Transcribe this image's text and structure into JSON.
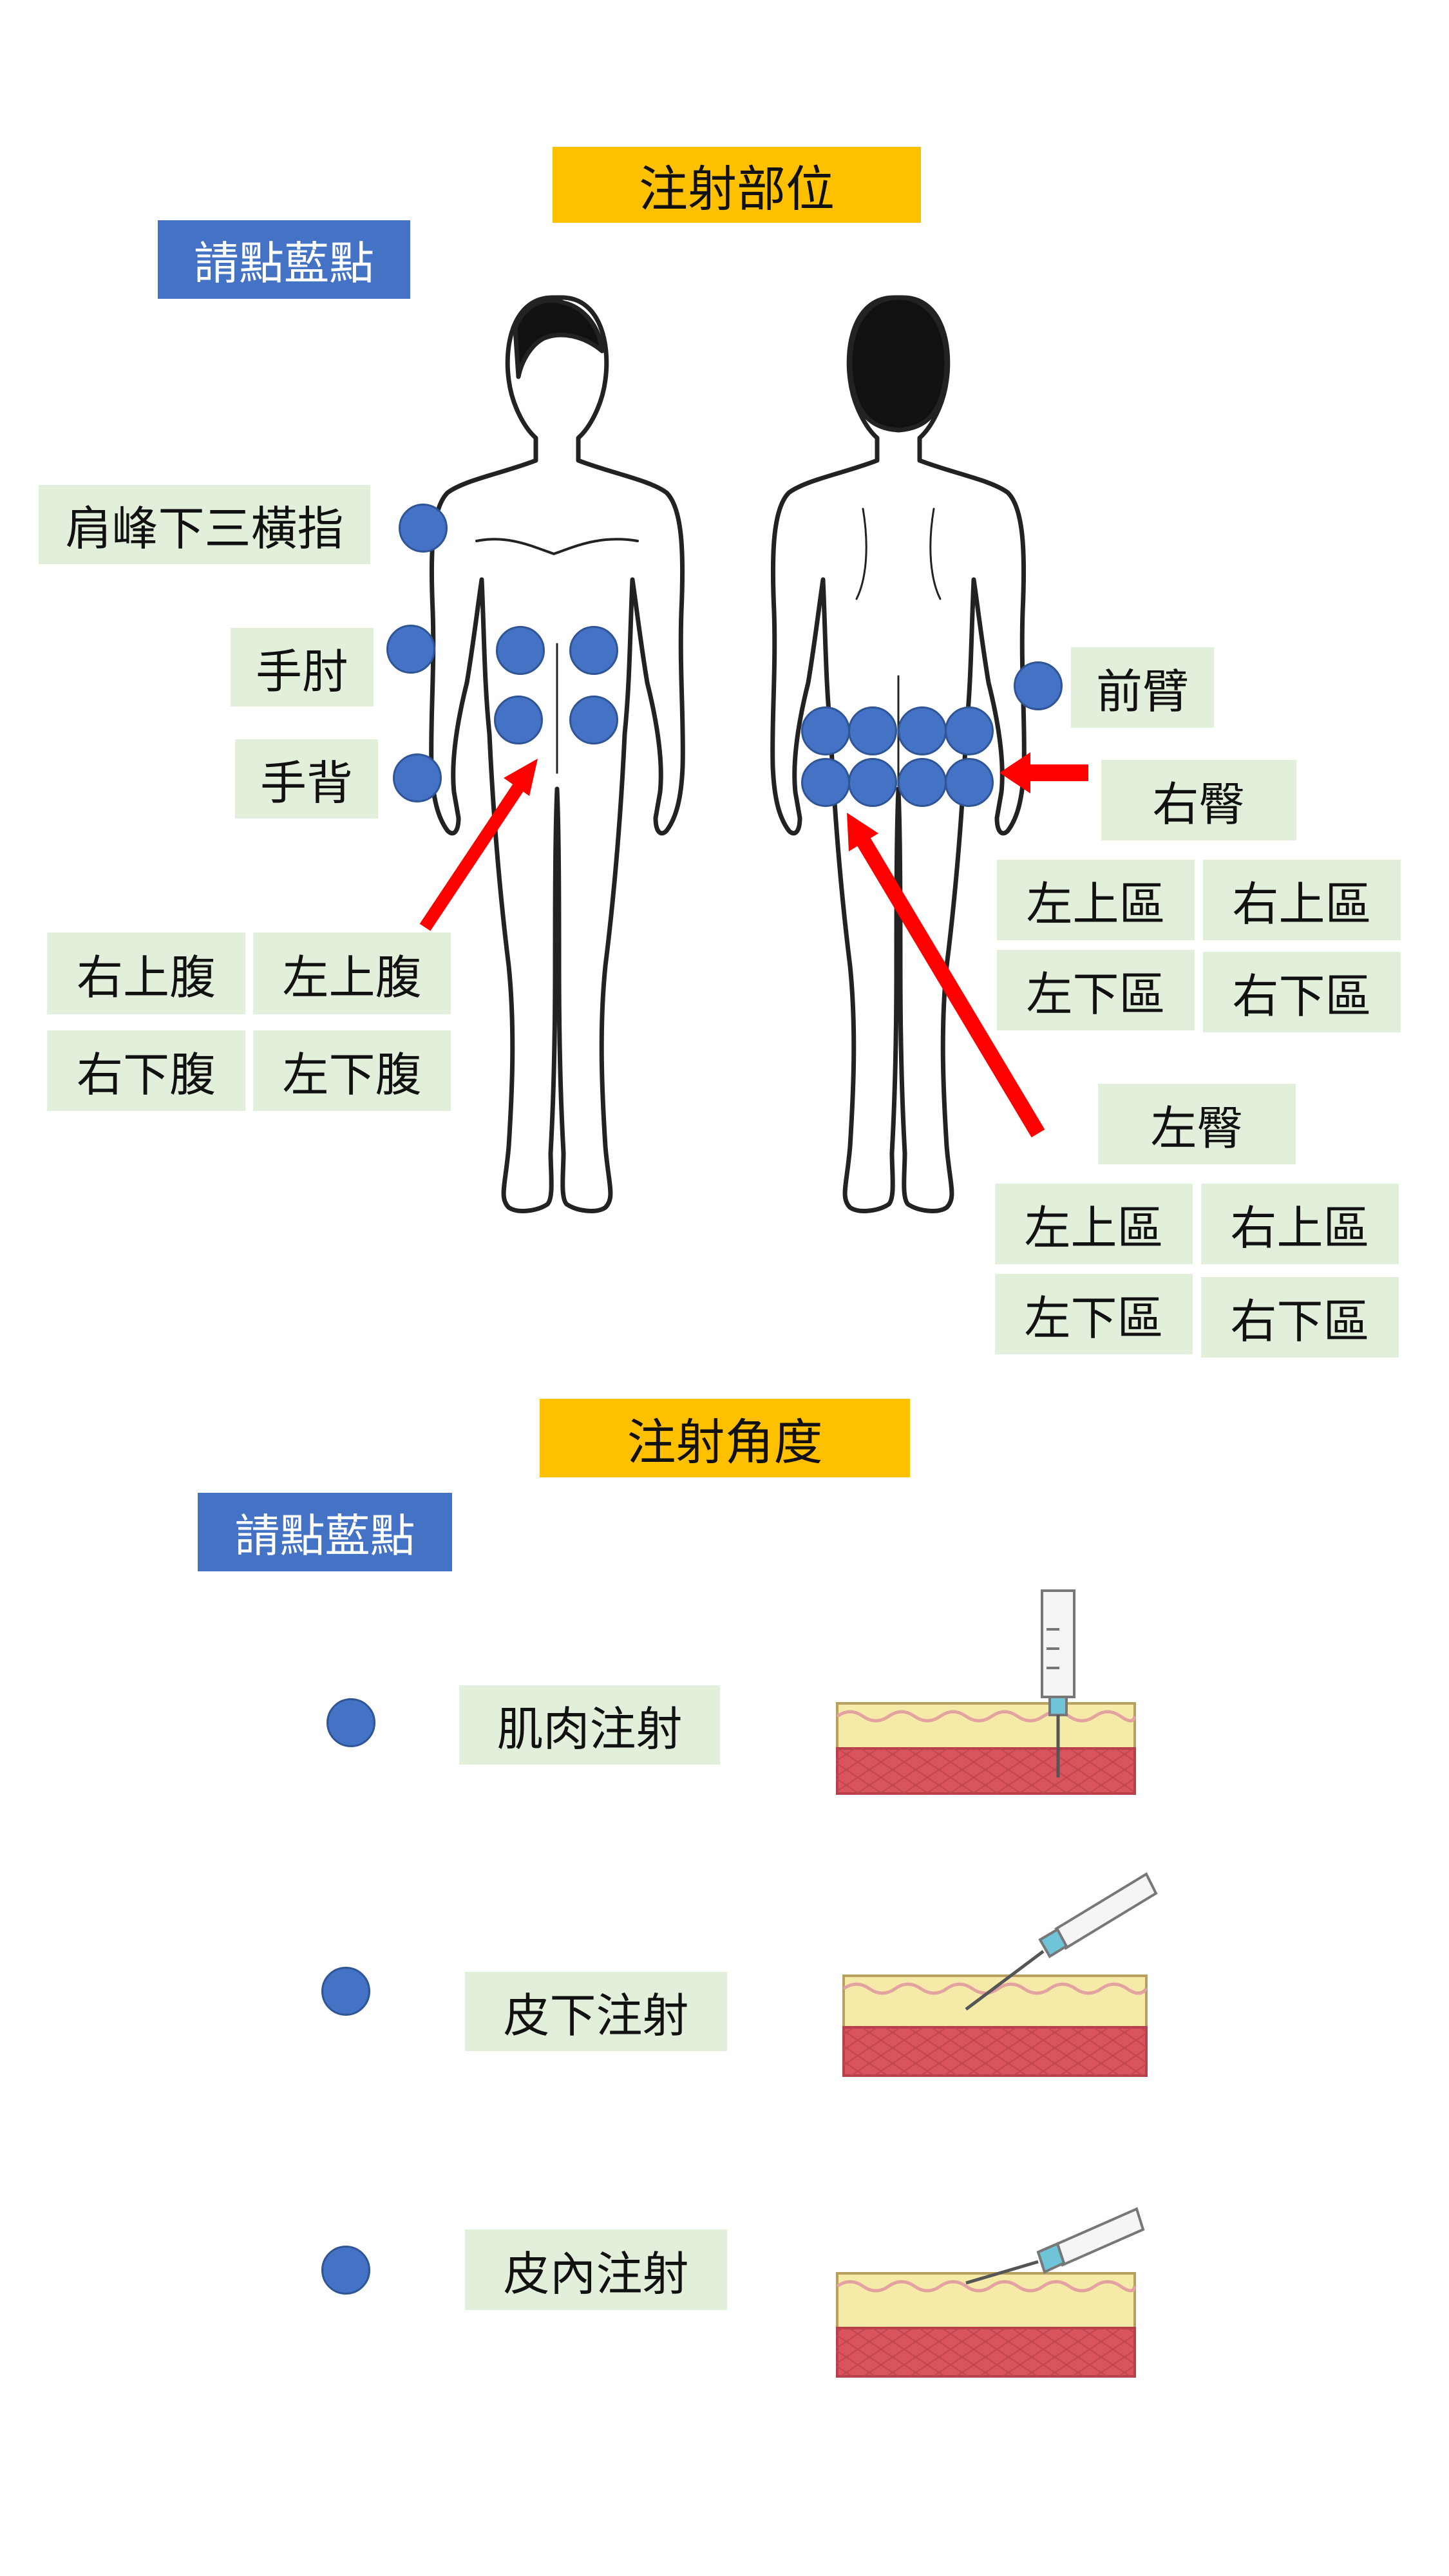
{
  "section1": {
    "title": "注射部位",
    "hint": "請點藍點",
    "front_labels": {
      "shoulder": "肩峰下三橫指",
      "elbow": "手肘",
      "hand_back": "手背"
    },
    "abdomen": {
      "upper_right": "右上腹",
      "upper_left": "左上腹",
      "lower_right": "右下腹",
      "lower_left": "左下腹"
    },
    "back_labels": {
      "forearm": "前臂",
      "right_buttock": "右臀",
      "left_buttock": "左臀"
    },
    "right_buttock_grid": {
      "upper_left": "左上區",
      "upper_right": "右上區",
      "lower_left": "左下區",
      "lower_right": "右下區"
    },
    "left_buttock_grid": {
      "upper_left": "左上區",
      "upper_right": "右上區",
      "lower_left": "左下區",
      "lower_right": "右下區"
    }
  },
  "section2": {
    "title": "注射角度",
    "hint": "請點藍點",
    "methods": [
      {
        "label": "肌肉注射"
      },
      {
        "label": "皮下注射"
      },
      {
        "label": "皮內注射"
      }
    ]
  },
  "colors": {
    "dot": "#4472c4",
    "label_bg": "#e2efda",
    "title_bg": "#ffc000",
    "hint_bg": "#4472c4",
    "arrow": "#ff0000",
    "skin": "#f6eaa9",
    "muscle": "#d9545e"
  }
}
